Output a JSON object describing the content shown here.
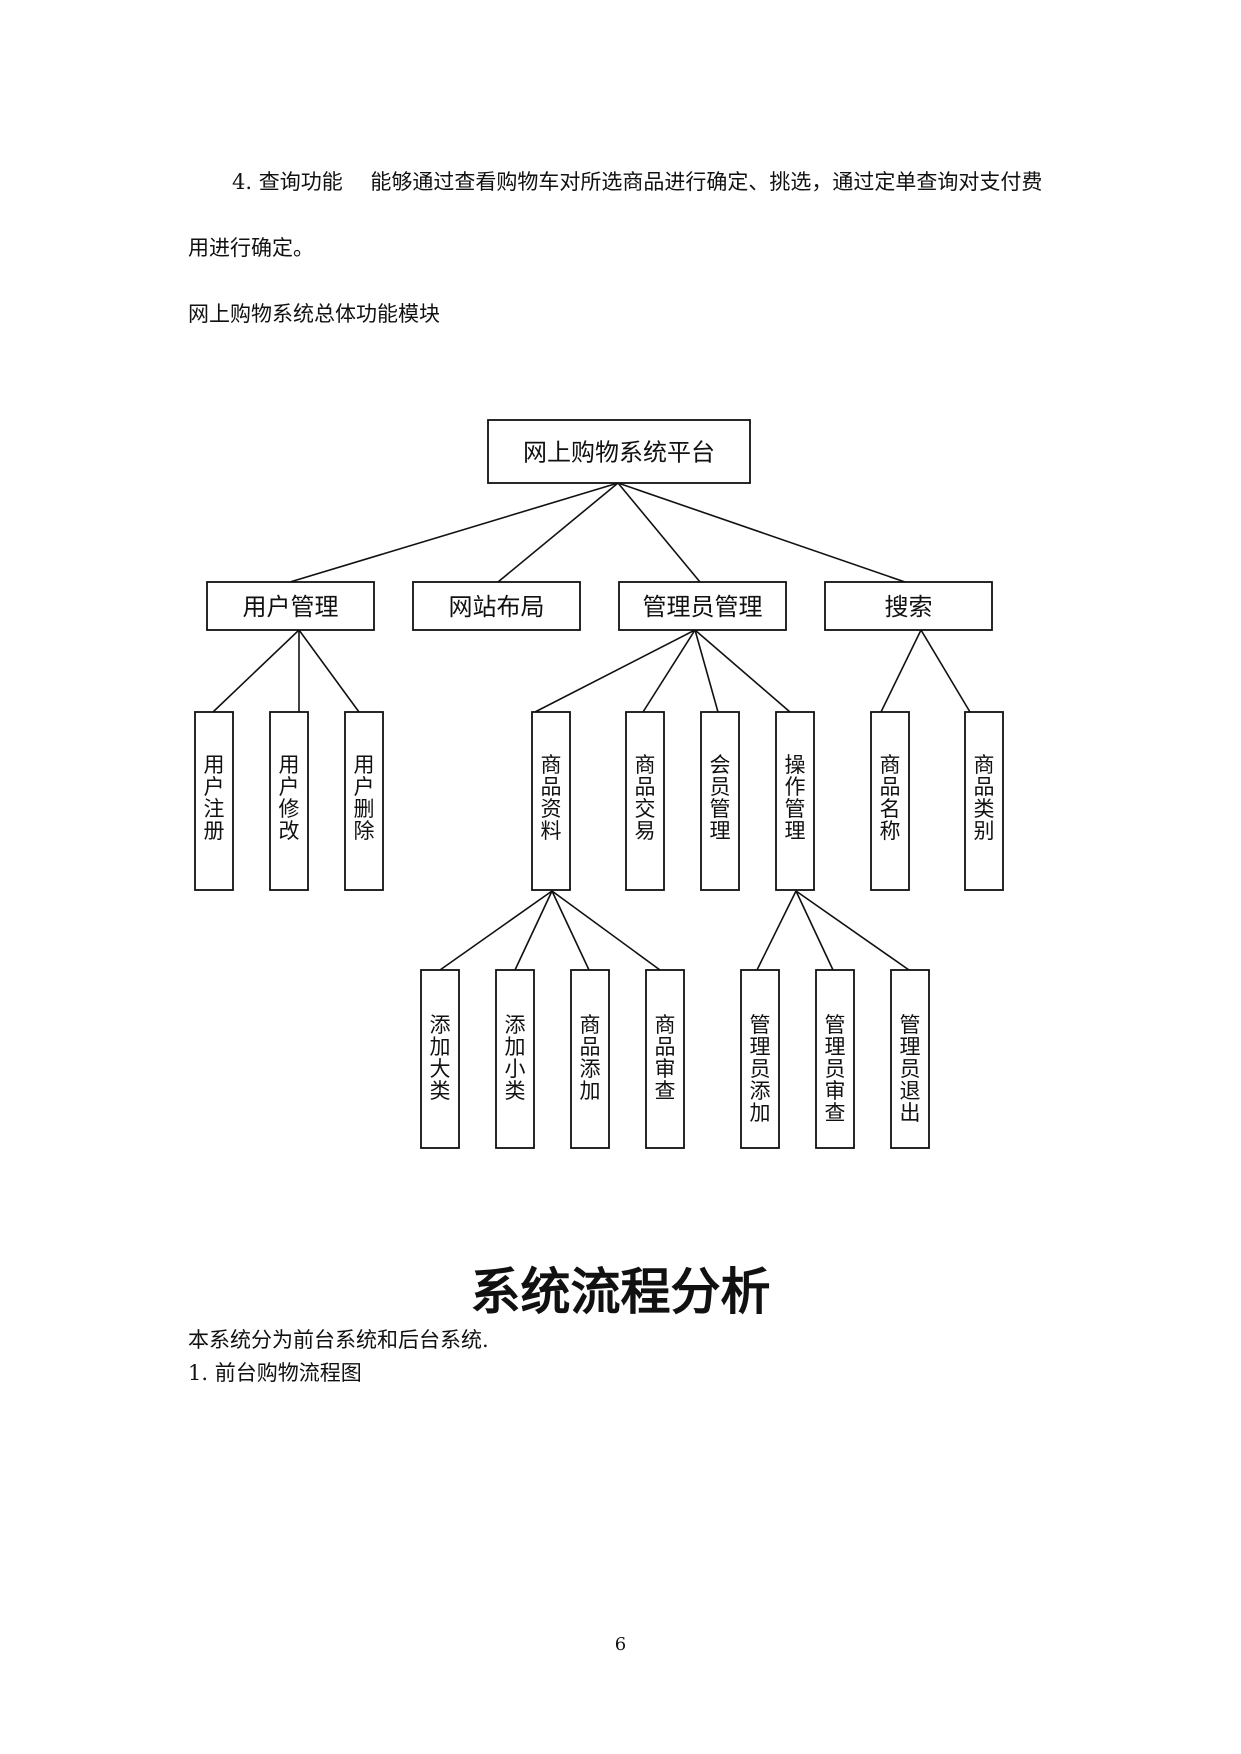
{
  "text": {
    "para1_line1": "4. 查询功能　 能够通过查看购物车对所选商品进行确定、挑选，通过定单查询对支付费",
    "para1_line2": "用进行确定。",
    "diagram_caption": "网上购物系统总体功能模块",
    "section_heading": "系统流程分析",
    "para2": "本系统分为前台系统和后台系统.",
    "list_item_1": "1.   前台购物流程图",
    "page_number": "6"
  },
  "diagram": {
    "root": "网上购物系统平台",
    "modules": [
      "用户管理",
      "网站布局",
      "管理员管理",
      "搜索"
    ],
    "user_children": [
      "用户注册",
      "用户修改",
      "用户删除"
    ],
    "admin_children": [
      "商品资料",
      "商品交易",
      "会员管理",
      "操作管理"
    ],
    "search_children": [
      "商品名称",
      "商品类别"
    ],
    "product_info_children": [
      "添加大类",
      "添加小类",
      "商品添加",
      "商品审查"
    ],
    "operation_children": [
      "管理员添加",
      "管理员审查",
      "管理员退出"
    ]
  }
}
